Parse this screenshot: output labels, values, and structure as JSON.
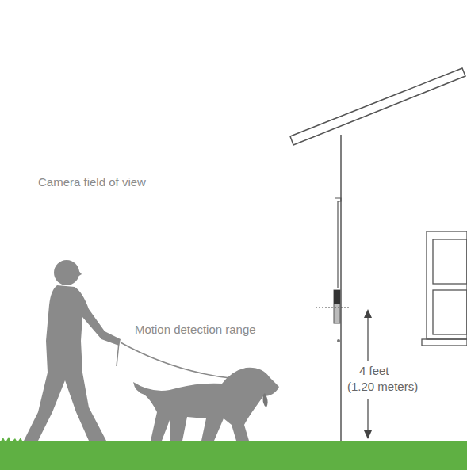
{
  "diagram": {
    "nodes": [
      {
        "text": [
          "Camera field of view"
        ]
      },
      {
        "text": [
          "Motion detection range"
        ]
      }
    ],
    "labels": [
      "4 feet",
      "(1.20 meters)"
    ]
  }
}
